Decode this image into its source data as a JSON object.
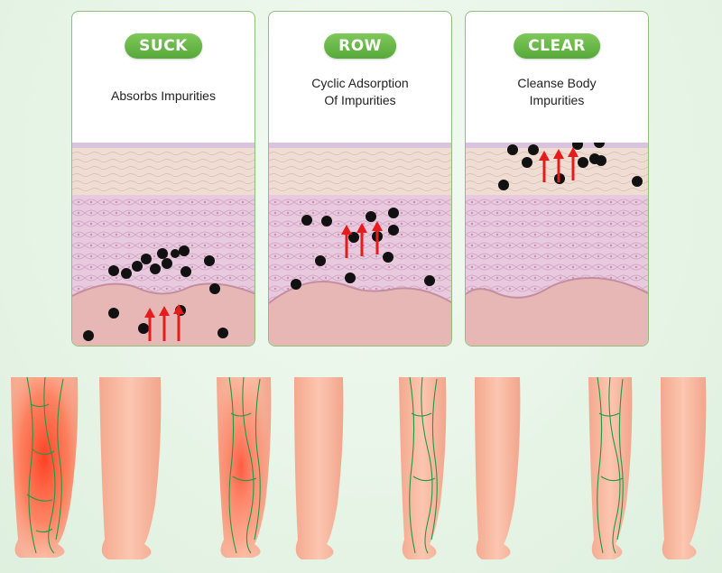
{
  "panels": [
    {
      "title": "SUCK",
      "description": "Absorbs Impurities"
    },
    {
      "title": "ROW",
      "description": "Cyclic Adsorption\nOf Impurities"
    },
    {
      "title": "CLEAR",
      "description": "Cleanse Body\nImpurities"
    }
  ],
  "colors": {
    "badge_green": "#6bbb49",
    "border_green": "#8fbf7a",
    "skin_top": "#e8cfc7",
    "cell_pink": "#e6c6dc",
    "dermis": "#e3b5b5",
    "arrow_red": "#e41c1c",
    "leg_skin": "#f7b9a0",
    "inflamed": "#ff4a2e",
    "vein_green": "#1e9a48"
  }
}
